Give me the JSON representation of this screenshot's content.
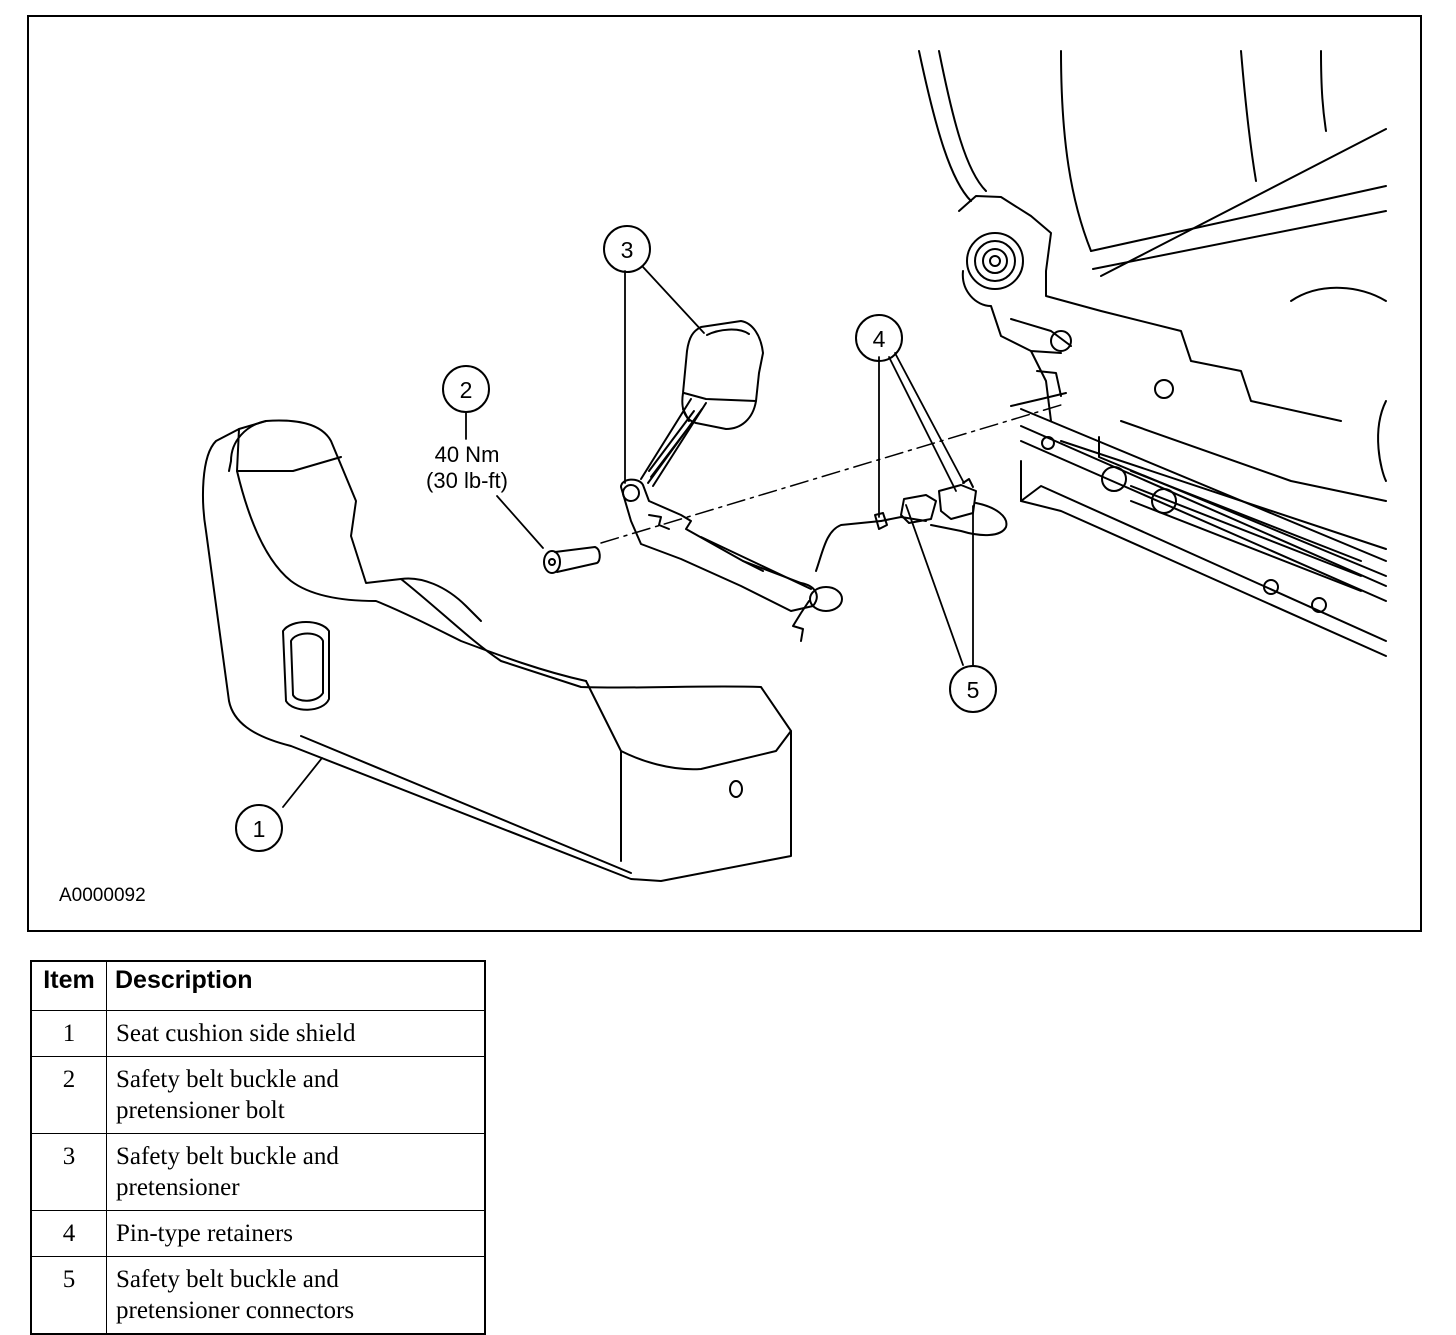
{
  "figure": {
    "id_label": "A0000092",
    "torque_value": "40 Nm",
    "torque_alt": "(30 lb-ft)",
    "callouts": [
      "1",
      "2",
      "3",
      "4",
      "5"
    ]
  },
  "legend": {
    "headers": {
      "item": "Item",
      "description": "Description"
    },
    "rows": [
      {
        "item": "1",
        "line1": "Seat cushion side shield",
        "line2": ""
      },
      {
        "item": "2",
        "line1": "Safety belt buckle and",
        "line2": "pretensioner bolt"
      },
      {
        "item": "3",
        "line1": "Safety belt buckle and",
        "line2": "pretensioner"
      },
      {
        "item": "4",
        "line1": "Pin-type retainers",
        "line2": ""
      },
      {
        "item": "5",
        "line1": "Safety belt buckle and",
        "line2": "pretensioner connectors"
      }
    ]
  }
}
